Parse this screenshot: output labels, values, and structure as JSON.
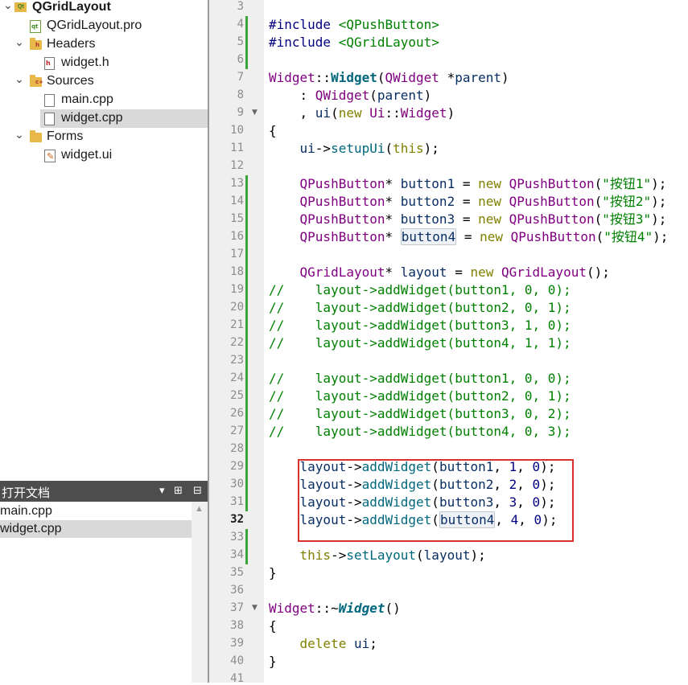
{
  "project_tree": {
    "items": [
      {
        "label": "QGridLayout",
        "icon": "project-icon",
        "depth": 0,
        "expanded": true
      },
      {
        "label": "QGridLayout.pro",
        "icon": "pro-file-icon",
        "depth": 1
      },
      {
        "label": "Headers",
        "icon": "headers-folder-icon",
        "depth": 1,
        "expanded": true
      },
      {
        "label": "widget.h",
        "icon": "header-file-icon",
        "depth": 2
      },
      {
        "label": "Sources",
        "icon": "sources-folder-icon",
        "depth": 1,
        "expanded": true
      },
      {
        "label": "main.cpp",
        "icon": "cpp-file-icon",
        "depth": 2
      },
      {
        "label": "widget.cpp",
        "icon": "cpp-file-icon",
        "depth": 2,
        "selected": true
      },
      {
        "label": "Forms",
        "icon": "forms-folder-icon",
        "depth": 1,
        "expanded": true
      },
      {
        "label": "widget.ui",
        "icon": "ui-file-icon",
        "depth": 2
      }
    ]
  },
  "open_documents": {
    "title": "打开文档",
    "controls": {
      "dropdown": "▾",
      "split": "⊞",
      "close": "⊟"
    },
    "items": [
      {
        "label": "main.cpp"
      },
      {
        "label": "widget.cpp",
        "selected": true
      }
    ]
  },
  "editor": {
    "current_line": 32,
    "lines": [
      {
        "n": "3",
        "tokens": []
      },
      {
        "n": "4",
        "tokens": [
          [
            "pp",
            "#include "
          ],
          [
            "incl",
            "<QPushButton>"
          ]
        ]
      },
      {
        "n": "5",
        "tokens": [
          [
            "pp",
            "#include "
          ],
          [
            "incl",
            "<QGridLayout>"
          ]
        ]
      },
      {
        "n": "6",
        "tokens": []
      },
      {
        "n": "7",
        "tokens": [
          [
            "class",
            "Widget"
          ],
          [
            "op",
            "::"
          ],
          [
            "bold",
            "Widget"
          ],
          [
            "op",
            "("
          ],
          [
            "class",
            "QWidget"
          ],
          [
            "op",
            " *"
          ],
          [
            "var",
            "parent"
          ],
          [
            "op",
            ")"
          ]
        ]
      },
      {
        "n": "8",
        "tokens": [
          [
            "op",
            "    : "
          ],
          [
            "class",
            "QWidget"
          ],
          [
            "op",
            "("
          ],
          [
            "var",
            "parent"
          ],
          [
            "op",
            ")"
          ]
        ]
      },
      {
        "n": "9",
        "tokens": [
          [
            "op",
            "    , "
          ],
          [
            "var",
            "ui"
          ],
          [
            "op",
            "("
          ],
          [
            "kw",
            "new "
          ],
          [
            "class",
            "Ui"
          ],
          [
            "op",
            "::"
          ],
          [
            "class",
            "Widget"
          ],
          [
            "op",
            ")"
          ]
        ]
      },
      {
        "n": "10",
        "tokens": [
          [
            "op",
            "{"
          ]
        ]
      },
      {
        "n": "11",
        "tokens": [
          [
            "op",
            "    "
          ],
          [
            "var",
            "ui"
          ],
          [
            "op",
            "->"
          ],
          [
            "func",
            "setupUi"
          ],
          [
            "op",
            "("
          ],
          [
            "kw",
            "this"
          ],
          [
            "op",
            ");"
          ]
        ]
      },
      {
        "n": "12",
        "tokens": []
      },
      {
        "n": "13",
        "tokens": [
          [
            "op",
            "    "
          ],
          [
            "class",
            "QPushButton"
          ],
          [
            "op",
            "* "
          ],
          [
            "var",
            "button1"
          ],
          [
            "op",
            " = "
          ],
          [
            "kw",
            "new "
          ],
          [
            "class",
            "QPushButton"
          ],
          [
            "op",
            "("
          ],
          [
            "str",
            "\"按钮1\""
          ],
          [
            "op",
            ");"
          ]
        ]
      },
      {
        "n": "14",
        "tokens": [
          [
            "op",
            "    "
          ],
          [
            "class",
            "QPushButton"
          ],
          [
            "op",
            "* "
          ],
          [
            "var",
            "button2"
          ],
          [
            "op",
            " = "
          ],
          [
            "kw",
            "new "
          ],
          [
            "class",
            "QPushButton"
          ],
          [
            "op",
            "("
          ],
          [
            "str",
            "\"按钮2\""
          ],
          [
            "op",
            ");"
          ]
        ]
      },
      {
        "n": "15",
        "tokens": [
          [
            "op",
            "    "
          ],
          [
            "class",
            "QPushButton"
          ],
          [
            "op",
            "* "
          ],
          [
            "var",
            "button3"
          ],
          [
            "op",
            " = "
          ],
          [
            "kw",
            "new "
          ],
          [
            "class",
            "QPushButton"
          ],
          [
            "op",
            "("
          ],
          [
            "str",
            "\"按钮3\""
          ],
          [
            "op",
            ");"
          ]
        ]
      },
      {
        "n": "16",
        "tokens": [
          [
            "op",
            "    "
          ],
          [
            "class",
            "QPushButton"
          ],
          [
            "op",
            "* "
          ],
          [
            "varhl",
            "button4"
          ],
          [
            "op",
            " = "
          ],
          [
            "kw",
            "new "
          ],
          [
            "class",
            "QPushButton"
          ],
          [
            "op",
            "("
          ],
          [
            "str",
            "\"按钮4\""
          ],
          [
            "op",
            ");"
          ]
        ]
      },
      {
        "n": "17",
        "tokens": []
      },
      {
        "n": "18",
        "tokens": [
          [
            "op",
            "    "
          ],
          [
            "class",
            "QGridLayout"
          ],
          [
            "op",
            "* "
          ],
          [
            "var",
            "layout"
          ],
          [
            "op",
            " = "
          ],
          [
            "kw",
            "new "
          ],
          [
            "class",
            "QGridLayout"
          ],
          [
            "op",
            "();"
          ]
        ]
      },
      {
        "n": "19",
        "tokens": [
          [
            "comment",
            "//    layout->addWidget(button1, 0, 0);"
          ]
        ]
      },
      {
        "n": "20",
        "tokens": [
          [
            "comment",
            "//    layout->addWidget(button2, 0, 1);"
          ]
        ]
      },
      {
        "n": "21",
        "tokens": [
          [
            "comment",
            "//    layout->addWidget(button3, 1, 0);"
          ]
        ]
      },
      {
        "n": "22",
        "tokens": [
          [
            "comment",
            "//    layout->addWidget(button4, 1, 1);"
          ]
        ]
      },
      {
        "n": "23",
        "tokens": []
      },
      {
        "n": "24",
        "tokens": [
          [
            "comment",
            "//    layout->addWidget(button1, 0, 0);"
          ]
        ]
      },
      {
        "n": "25",
        "tokens": [
          [
            "comment",
            "//    layout->addWidget(button2, 0, 1);"
          ]
        ]
      },
      {
        "n": "26",
        "tokens": [
          [
            "comment",
            "//    layout->addWidget(button3, 0, 2);"
          ]
        ]
      },
      {
        "n": "27",
        "tokens": [
          [
            "comment",
            "//    layout->addWidget(button4, 0, 3);"
          ]
        ]
      },
      {
        "n": "28",
        "tokens": []
      },
      {
        "n": "29",
        "tokens": [
          [
            "op",
            "    "
          ],
          [
            "var",
            "layout"
          ],
          [
            "op",
            "->"
          ],
          [
            "func",
            "addWidget"
          ],
          [
            "op",
            "("
          ],
          [
            "var",
            "button1"
          ],
          [
            "op",
            ", "
          ],
          [
            "num",
            "1"
          ],
          [
            "op",
            ", "
          ],
          [
            "num",
            "0"
          ],
          [
            "op",
            ");"
          ]
        ]
      },
      {
        "n": "30",
        "tokens": [
          [
            "op",
            "    "
          ],
          [
            "var",
            "layout"
          ],
          [
            "op",
            "->"
          ],
          [
            "func",
            "addWidget"
          ],
          [
            "op",
            "("
          ],
          [
            "var",
            "button2"
          ],
          [
            "op",
            ", "
          ],
          [
            "num",
            "2"
          ],
          [
            "op",
            ", "
          ],
          [
            "num",
            "0"
          ],
          [
            "op",
            ");"
          ]
        ]
      },
      {
        "n": "31",
        "tokens": [
          [
            "op",
            "    "
          ],
          [
            "var",
            "layout"
          ],
          [
            "op",
            "->"
          ],
          [
            "func",
            "addWidget"
          ],
          [
            "op",
            "("
          ],
          [
            "var",
            "button3"
          ],
          [
            "op",
            ", "
          ],
          [
            "num",
            "3"
          ],
          [
            "op",
            ", "
          ],
          [
            "num",
            "0"
          ],
          [
            "op",
            ");"
          ]
        ]
      },
      {
        "n": "32",
        "tokens": [
          [
            "op",
            "    "
          ],
          [
            "var",
            "layout"
          ],
          [
            "op",
            "->"
          ],
          [
            "func",
            "addWidget"
          ],
          [
            "op",
            "("
          ],
          [
            "varhl",
            "button4"
          ],
          [
            "op",
            ", "
          ],
          [
            "num",
            "4"
          ],
          [
            "op",
            ", "
          ],
          [
            "num",
            "0"
          ],
          [
            "op",
            ");"
          ]
        ]
      },
      {
        "n": "33",
        "tokens": []
      },
      {
        "n": "34",
        "tokens": [
          [
            "op",
            "    "
          ],
          [
            "kw",
            "this"
          ],
          [
            "op",
            "->"
          ],
          [
            "func",
            "setLayout"
          ],
          [
            "op",
            "("
          ],
          [
            "var",
            "layout"
          ],
          [
            "op",
            ");"
          ]
        ]
      },
      {
        "n": "35",
        "tokens": [
          [
            "op",
            "}"
          ]
        ]
      },
      {
        "n": "36",
        "tokens": []
      },
      {
        "n": "37",
        "tokens": [
          [
            "class",
            "Widget"
          ],
          [
            "op",
            "::~"
          ],
          [
            "italic",
            "Widget"
          ],
          [
            "op",
            "()"
          ]
        ]
      },
      {
        "n": "38",
        "tokens": [
          [
            "op",
            "{"
          ]
        ]
      },
      {
        "n": "39",
        "tokens": [
          [
            "op",
            "    "
          ],
          [
            "kw",
            "delete "
          ],
          [
            "var",
            "ui"
          ],
          [
            "op",
            ";"
          ]
        ]
      },
      {
        "n": "40",
        "tokens": [
          [
            "op",
            "}"
          ]
        ]
      },
      {
        "n": "41",
        "tokens": []
      }
    ],
    "fold_markers": [
      "9",
      "37"
    ]
  },
  "colors": {
    "highlight_box": "#d93030",
    "change_bar": "#3aa33a",
    "selection": "#d9d9d9"
  }
}
